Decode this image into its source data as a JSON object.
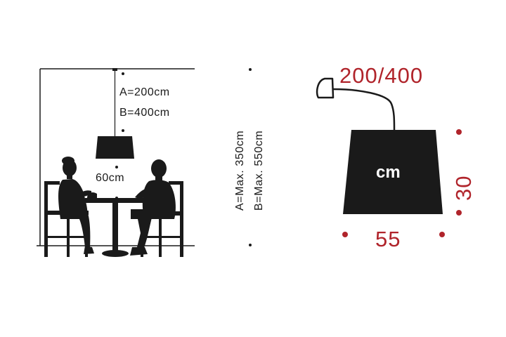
{
  "scene": {
    "label_a": "A=200cm",
    "label_b": "B=400cm",
    "table_height": "60cm"
  },
  "overall": {
    "label_a": "A=Max. 350cm",
    "label_b": "B=Max. 550cm"
  },
  "product": {
    "arm_length": "200/400",
    "shade_unit": "cm",
    "shade_height": "30",
    "shade_width": "55"
  },
  "colors": {
    "ink": "#1a1a1a",
    "accent": "#b0242b"
  }
}
